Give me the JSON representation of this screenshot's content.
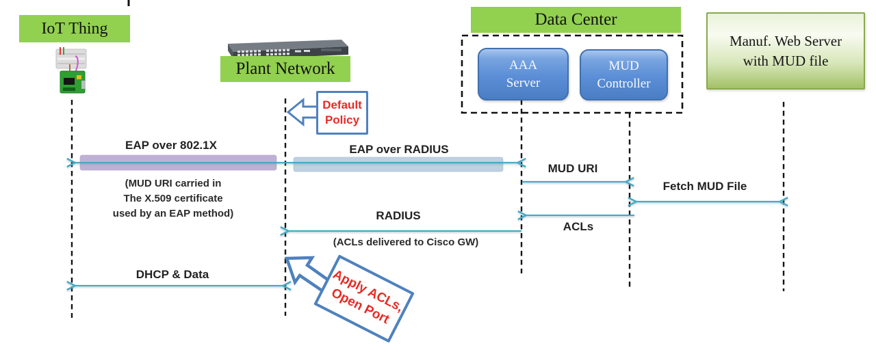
{
  "entities": {
    "iot_thing": {
      "label": "IoT Thing"
    },
    "plant_network": {
      "label": "Plant Network"
    },
    "data_center": {
      "label": "Data Center"
    },
    "aaa_server": {
      "l1": "AAA",
      "l2": "Server"
    },
    "mud_controller": {
      "l1": "MUD",
      "l2": "Controller"
    },
    "manuf_web_server": {
      "l1": "Manuf. Web Server",
      "l2": "with MUD file"
    }
  },
  "messages": {
    "eap_8021x": {
      "label": "EAP over 802.1X"
    },
    "eap_radius": {
      "label": "EAP over RADIUS"
    },
    "cert_note": {
      "l1": "(MUD URI carried in",
      "l2": "The X.509 certificate",
      "l3": "used by an EAP method)"
    },
    "mud_uri": {
      "label": "MUD URI"
    },
    "fetch_mud_file": {
      "label": "Fetch MUD File"
    },
    "radius": {
      "label": "RADIUS",
      "note": "(ACLs delivered to Cisco GW)"
    },
    "acls": {
      "label": "ACLs"
    },
    "dhcp_data": {
      "label": "DHCP & Data"
    }
  },
  "callouts": {
    "default_policy": {
      "l1": "Default",
      "l2": "Policy"
    },
    "apply_acls": {
      "l1": "Apply ACLs,",
      "l2": "Open Port"
    }
  },
  "colors": {
    "entity_green": "#92d050",
    "server_box_blue": "#5b8ed6",
    "manuf_box_green": "#a3c267",
    "arrow_teal": "#46a9c6",
    "highlight_purple": "#b5a4cf",
    "highlight_blue": "#b3c8dd",
    "callout_border_blue": "#4f81bd",
    "callout_text_red": "#e62b25",
    "lifeline_black": "#141414"
  }
}
